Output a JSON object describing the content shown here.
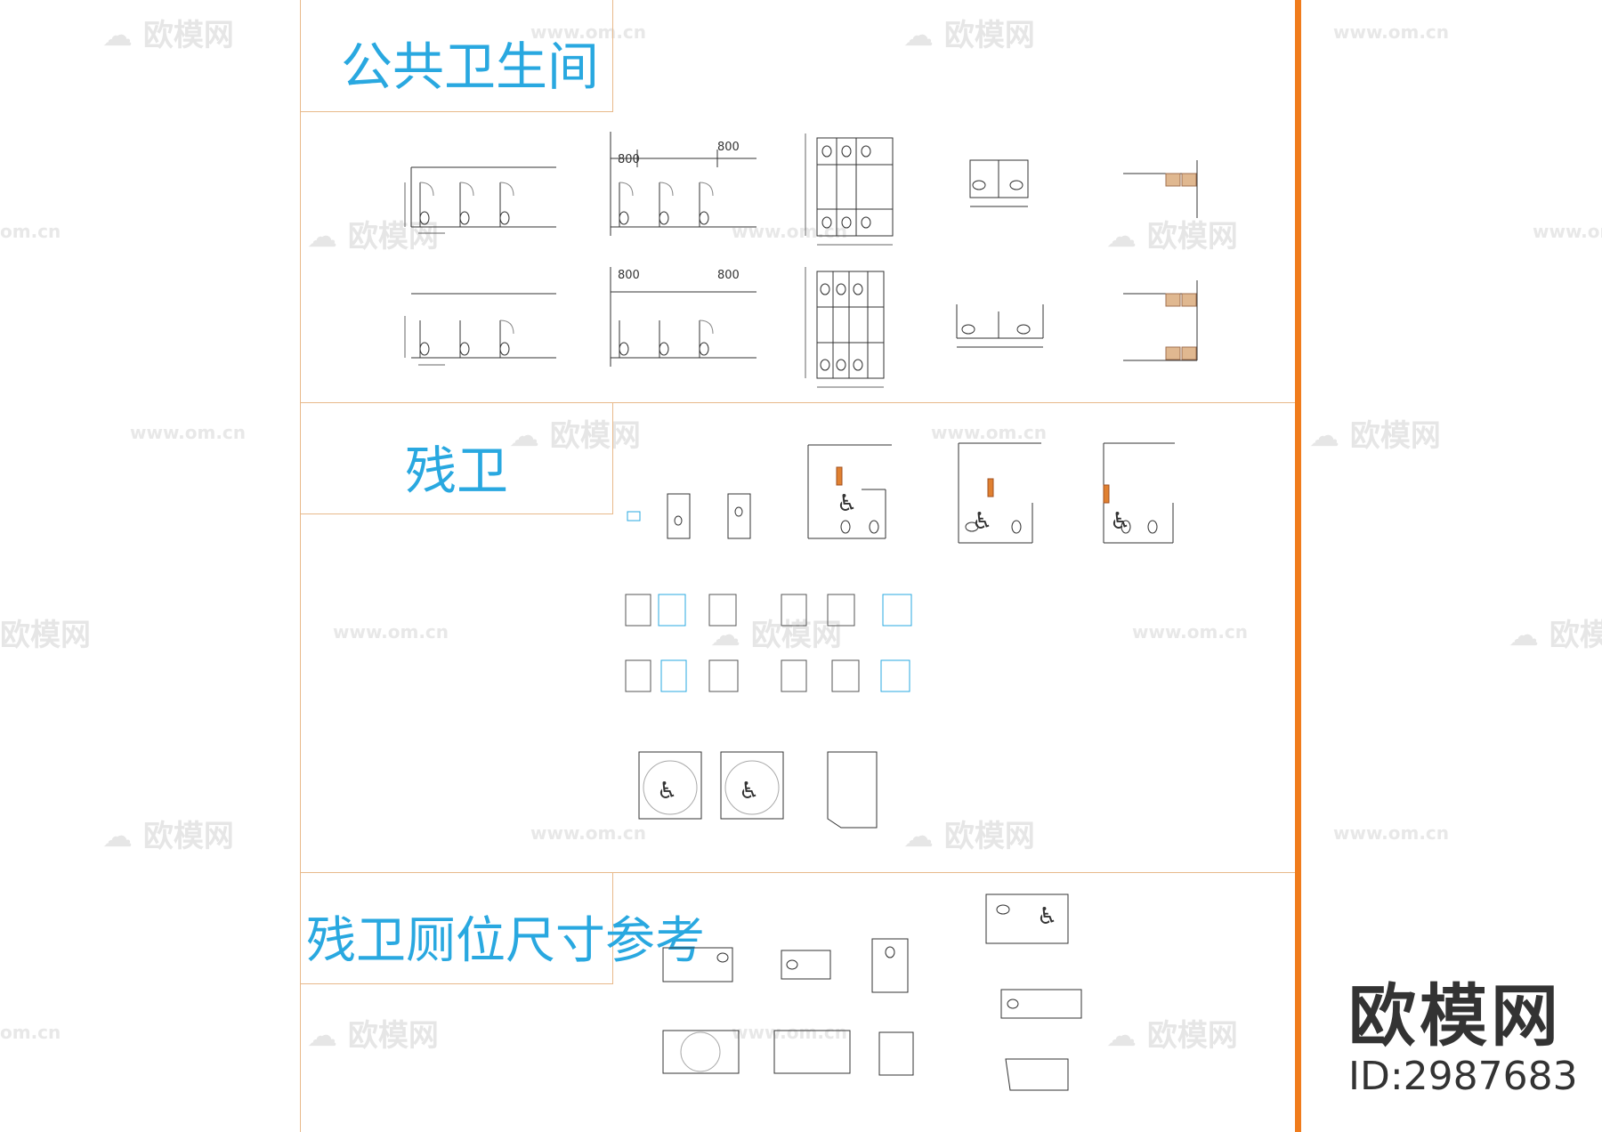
{
  "sections": [
    {
      "title": "公共卫生间"
    },
    {
      "title": "残卫"
    },
    {
      "title": "残卫厕位尺寸参考"
    }
  ],
  "dimensions": {
    "d1": "800"
  },
  "watermark": {
    "logo": "欧模网",
    "url": "www.om.cn",
    "url_short": "om.cn"
  },
  "brand": {
    "logo": "欧模网",
    "id": "ID:2987683"
  },
  "colors": {
    "accent": "#29a8e0",
    "frame": "#e8b98a",
    "bar": "#f07c1c"
  }
}
